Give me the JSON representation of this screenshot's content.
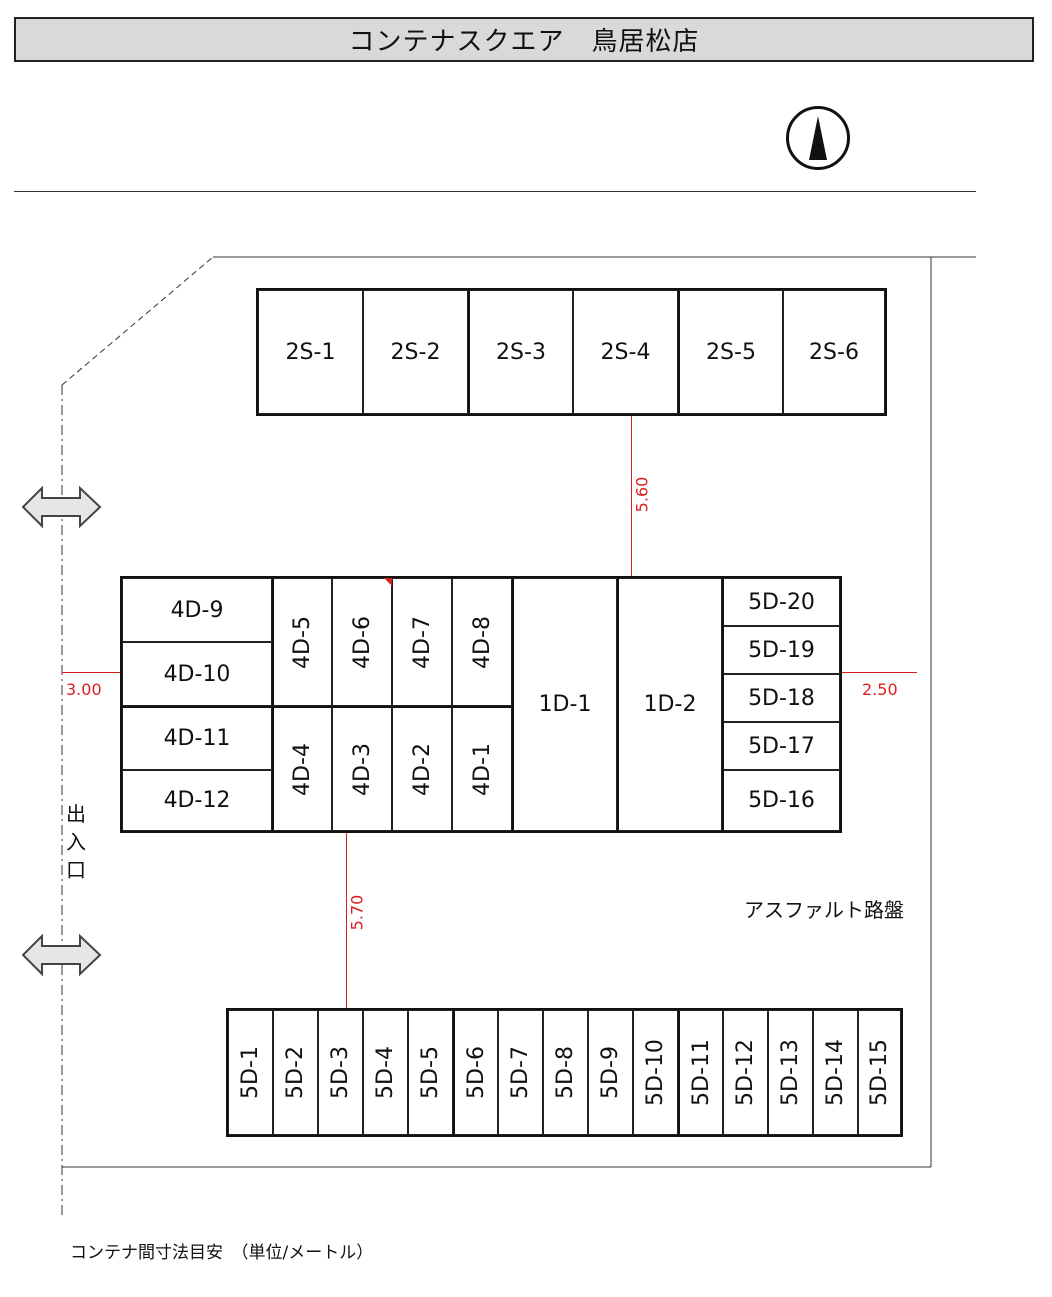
{
  "title": {
    "name": "コンテナスクエア",
    "store": "鳥居松店"
  },
  "north_indicator": "north-arrow-icon",
  "units": {
    "row_2s": [
      "2S-1",
      "2S-2",
      "2S-3",
      "2S-4",
      "2S-5",
      "2S-6"
    ],
    "col_4d_left": [
      "4D-9",
      "4D-10",
      "4D-11",
      "4D-12"
    ],
    "grid_4d_top": [
      "4D-5",
      "4D-6",
      "4D-7",
      "4D-8"
    ],
    "grid_4d_bottom": [
      "4D-4",
      "4D-3",
      "4D-2",
      "4D-1"
    ],
    "col_1d": [
      "1D-1",
      "1D-2"
    ],
    "col_5d_right": [
      "5D-20",
      "5D-19",
      "5D-18",
      "5D-17",
      "5D-16"
    ],
    "row_5d_bottom": [
      "5D-1",
      "5D-2",
      "5D-3",
      "5D-4",
      "5D-5",
      "5D-6",
      "5D-7",
      "5D-8",
      "5D-9",
      "5D-10",
      "5D-11",
      "5D-12",
      "5D-13",
      "5D-14",
      "5D-15"
    ]
  },
  "dimensions": {
    "top_gap": "5.60",
    "bottom_gap": "5.70",
    "left_gap": "3.00",
    "right_gap": "2.50"
  },
  "entrance_label": [
    "出",
    "入",
    "口"
  ],
  "surface_label": "アスファルト路盤",
  "footer_note": "コンテナ間寸法目安　（単位/メートル）",
  "colors": {
    "dimension": "#d92020",
    "title_bg": "#d9d9d9",
    "arrow_fill": "#e6e6e6"
  }
}
